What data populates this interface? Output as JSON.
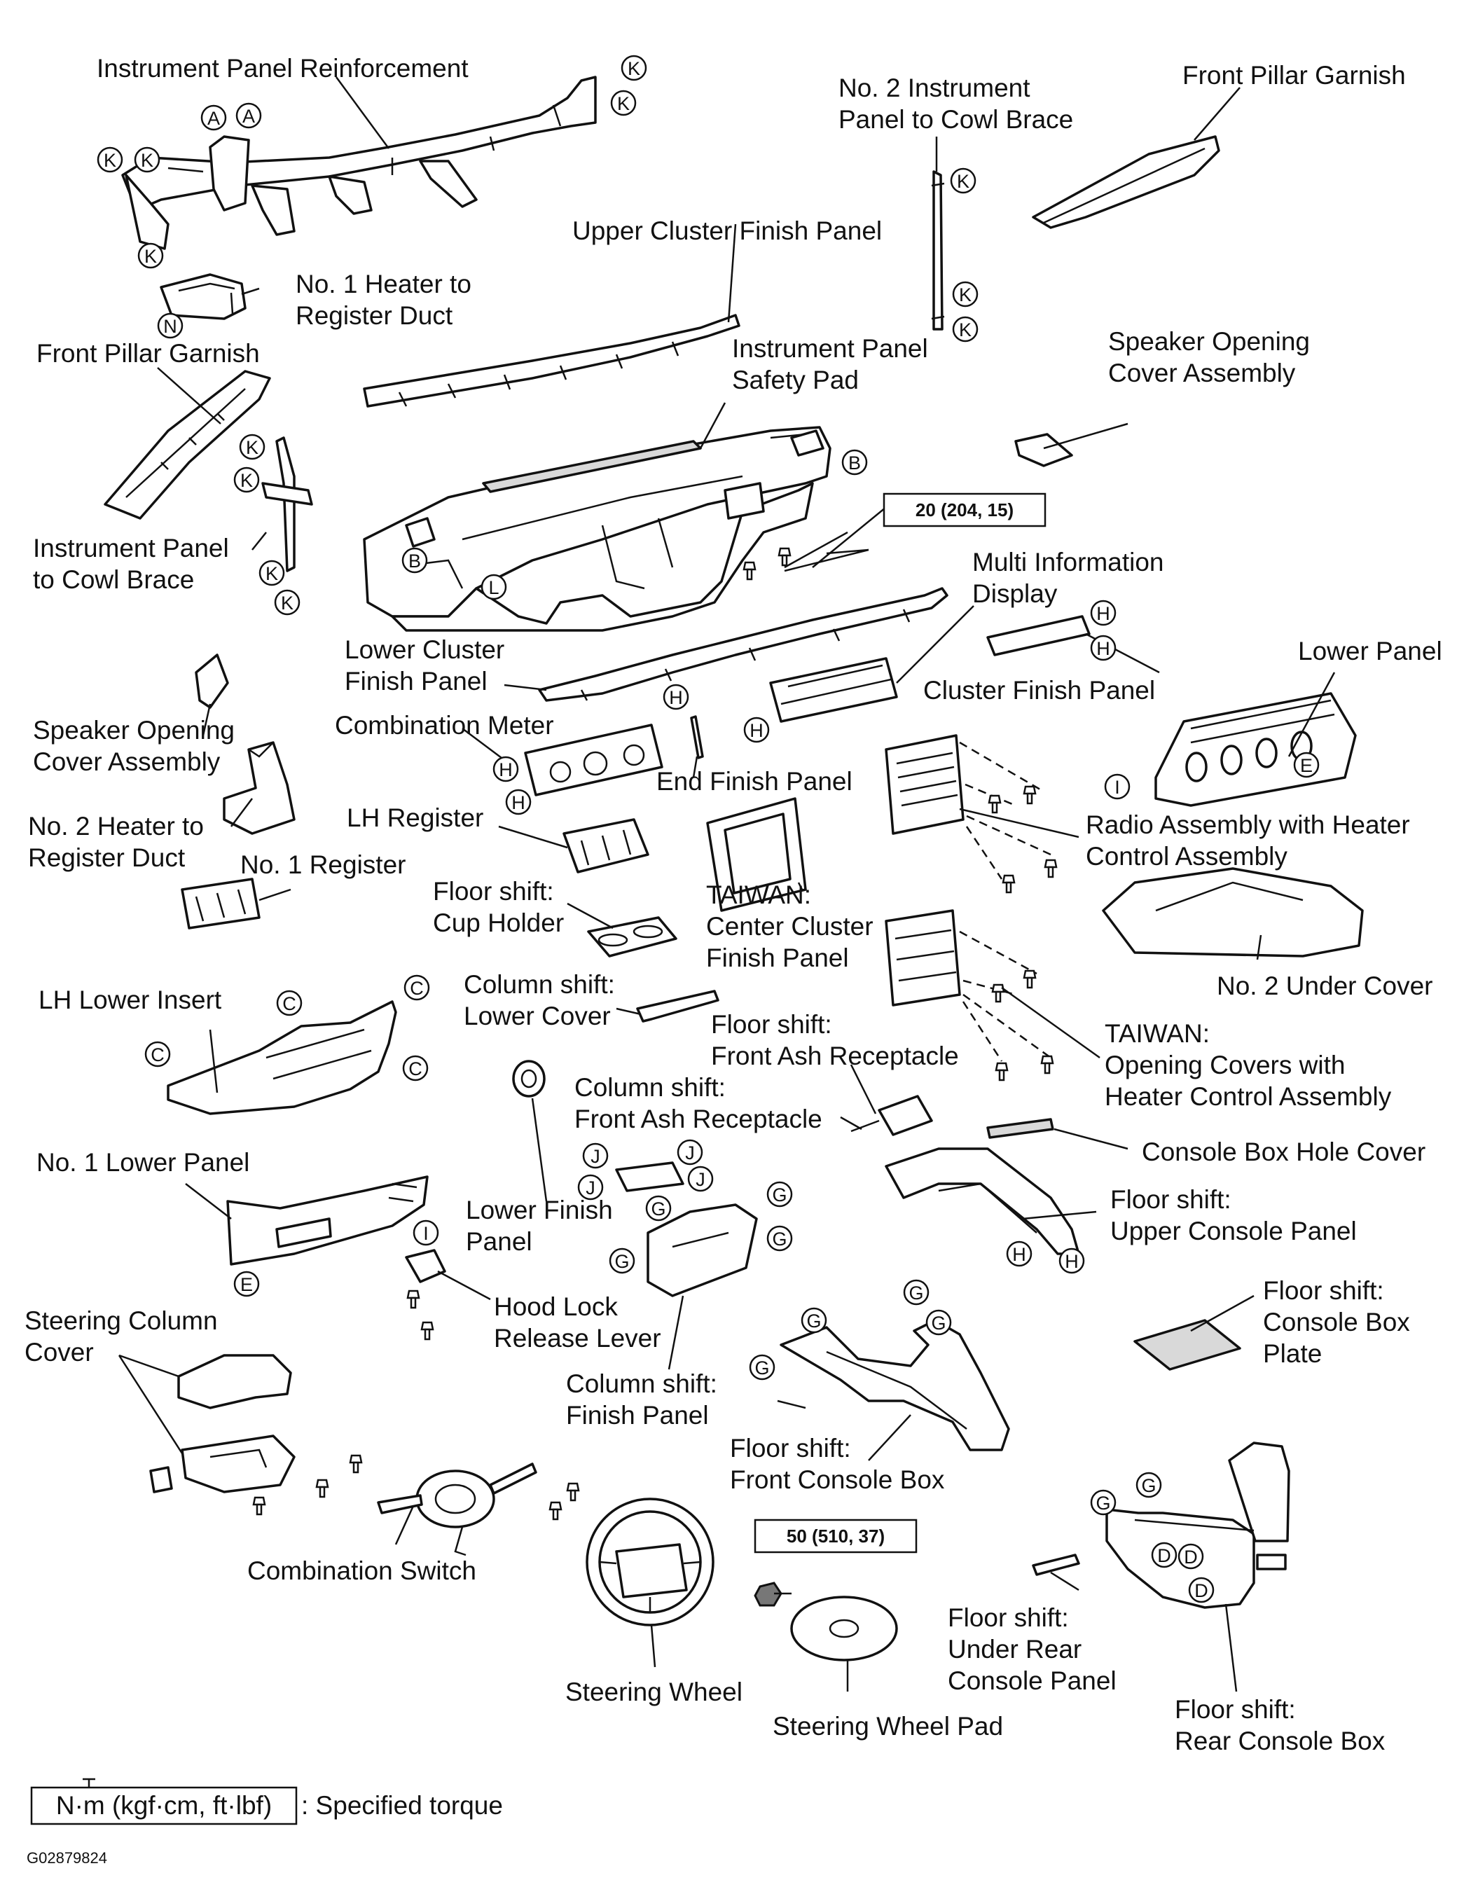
{
  "labels": {
    "instrument_panel_reinforcement": "Instrument Panel Reinforcement",
    "no2_ip_cowl_brace_1": "No. 2 Instrument",
    "no2_ip_cowl_brace_2": "Panel to Cowl Brace",
    "front_pillar_garnish_right": "Front Pillar Garnish",
    "upper_cluster_finish_panel": "Upper Cluster Finish Panel",
    "no1_heater_duct_1": "No. 1 Heater to",
    "no1_heater_duct_2": "Register Duct",
    "front_pillar_garnish_left": "Front Pillar Garnish",
    "ip_safety_pad_1": "Instrument Panel",
    "ip_safety_pad_2": "Safety Pad",
    "speaker_cover_right_1": "Speaker Opening",
    "speaker_cover_right_2": "Cover Assembly",
    "ip_cowl_brace_1": "Instrument Panel",
    "ip_cowl_brace_2": "to Cowl Brace",
    "multi_info_display_1": "Multi Information",
    "multi_info_display_2": "Display",
    "lower_cluster_finish_1": "Lower Cluster",
    "lower_cluster_finish_2": "Finish Panel",
    "lower_panel": "Lower Panel",
    "cluster_finish_panel": "Cluster Finish Panel",
    "combination_meter": "Combination Meter",
    "speaker_cover_left_1": "Speaker Opening",
    "speaker_cover_left_2": "Cover Assembly",
    "end_finish_panel": "End Finish Panel",
    "lh_register": "LH Register",
    "radio_assembly_1": "Radio Assembly with Heater",
    "radio_assembly_2": "Control Assembly",
    "no2_heater_duct_1": "No. 2 Heater to",
    "no2_heater_duct_2": "Register Duct",
    "no1_register": "No. 1 Register",
    "cup_holder_1": "Floor shift:",
    "cup_holder_2": "Cup Holder",
    "taiwan_center_1": "TAIWAN:",
    "taiwan_center_2": "Center Cluster",
    "taiwan_center_3": "Finish Panel",
    "no2_under_cover": "No. 2 Under Cover",
    "lh_lower_insert": "LH Lower Insert",
    "col_lower_cover_1": "Column shift:",
    "col_lower_cover_2": "Lower Cover",
    "floor_ash_1": "Floor shift:",
    "floor_ash_2": "Front Ash Receptacle",
    "taiwan_opening_1": "TAIWAN:",
    "taiwan_opening_2": "Opening Covers with",
    "taiwan_opening_3": "Heater Control Assembly",
    "col_ash_1": "Column shift:",
    "col_ash_2": "Front Ash Receptacle",
    "console_hole_cover": "Console Box Hole Cover",
    "no1_lower_panel": "No. 1 Lower Panel",
    "lower_finish_panel_1": "Lower Finish",
    "lower_finish_panel_2": "Panel",
    "upper_console_1": "Floor shift:",
    "upper_console_2": "Upper Console Panel",
    "hood_lock_1": "Hood Lock",
    "hood_lock_2": "Release Lever",
    "console_plate_1": "Floor shift:",
    "console_plate_2": "Console Box",
    "console_plate_3": "Plate",
    "steering_column_cover_1": "Steering Column",
    "steering_column_cover_2": "Cover",
    "col_finish_panel_1": "Column shift:",
    "col_finish_panel_2": "Finish Panel",
    "front_console_box_1": "Floor shift:",
    "front_console_box_2": "Front Console Box",
    "combination_switch": "Combination Switch",
    "under_rear_console_1": "Floor shift:",
    "under_rear_console_2": "Under Rear",
    "under_rear_console_3": "Console Panel",
    "steering_wheel": "Steering Wheel",
    "steering_wheel_pad": "Steering Wheel Pad",
    "rear_console_box_1": "Floor shift:",
    "rear_console_box_2": "Rear Console Box"
  },
  "torque_specs": {
    "safety_pad_bolts": "20 (204, 15)",
    "steering_wheel_nut": "50 (510, 37)"
  },
  "legend": {
    "unit": "N·m (kgf·cm, ft·lbf)",
    "meaning": ": Specified torque"
  },
  "figure_id": "G02879824",
  "clip_letters": {
    "A": "A",
    "B": "B",
    "C": "C",
    "D": "D",
    "E": "E",
    "G": "G",
    "H": "H",
    "I": "I",
    "J": "J",
    "K": "K",
    "L": "L",
    "N": "N"
  }
}
